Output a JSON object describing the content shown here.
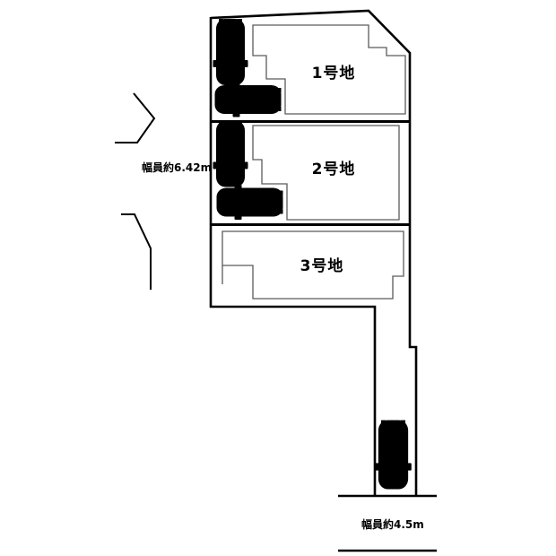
{
  "plan": {
    "type": "residential-lot-layout",
    "lots": [
      {
        "id": 1,
        "label": "1号地"
      },
      {
        "id": 2,
        "label": "2号地"
      },
      {
        "id": 3,
        "label": "3号地"
      }
    ],
    "road_labels": {
      "west": "幅員約6.42m",
      "south": "幅員約4.5m"
    },
    "cars": [
      {
        "color": "cyan",
        "location": "lot1-parking",
        "orientation": "facing-down"
      },
      {
        "color": "blue",
        "location": "lot1-parking",
        "orientation": "facing-left"
      },
      {
        "color": "cyan",
        "location": "lot2-parking",
        "orientation": "facing-down"
      },
      {
        "color": "blue",
        "location": "lot2-parking",
        "orientation": "facing-left"
      },
      {
        "color": "blue",
        "location": "south-road",
        "orientation": "facing-down"
      }
    ]
  },
  "colors": {
    "line_black": "#000000",
    "outline_gray": "#5a5a5a",
    "car_blue": "#0f10cf",
    "car_cyan": "#9fdde6",
    "car_cyan_roof": "#7ed2de",
    "red_light": "#d42020"
  }
}
